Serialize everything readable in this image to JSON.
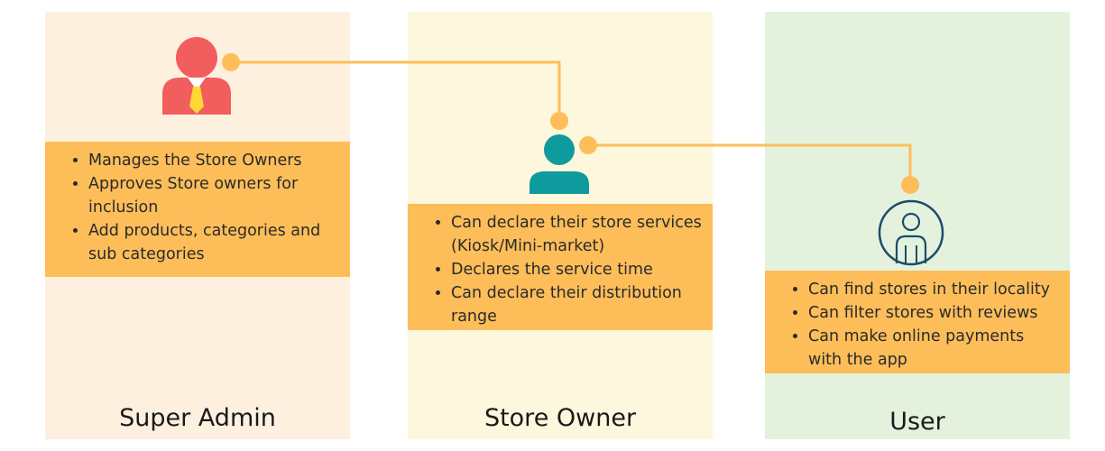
{
  "roles": [
    {
      "title": "Super Admin",
      "icon": "admin-person-icon",
      "items": [
        "Manages the Store Owners",
        "Approves Store owners for inclusion",
        "Add products, categories and sub categories"
      ]
    },
    {
      "title": "Store Owner",
      "icon": "store-owner-person-icon",
      "items": [
        "Can declare their store services (Kiosk/Mini-market)",
        "Declares the service time",
        "Can declare their distribution range"
      ]
    },
    {
      "title": "User",
      "icon": "user-circle-icon",
      "items": [
        "Can find stores in their locality",
        "Can filter stores with reviews",
        "Can make online payments with the app"
      ]
    }
  ],
  "colors": {
    "admin_bg": "#fdf0df",
    "owner_bg": "#fdf7dd",
    "user_bg": "#e4f2dd",
    "box": "#fdbe5a",
    "connector": "#fdbe5a",
    "admin_icon": "#f25d5d",
    "admin_tie": "#fdd835",
    "owner_icon": "#0f9a9e",
    "user_icon": "#1c4c6b"
  }
}
